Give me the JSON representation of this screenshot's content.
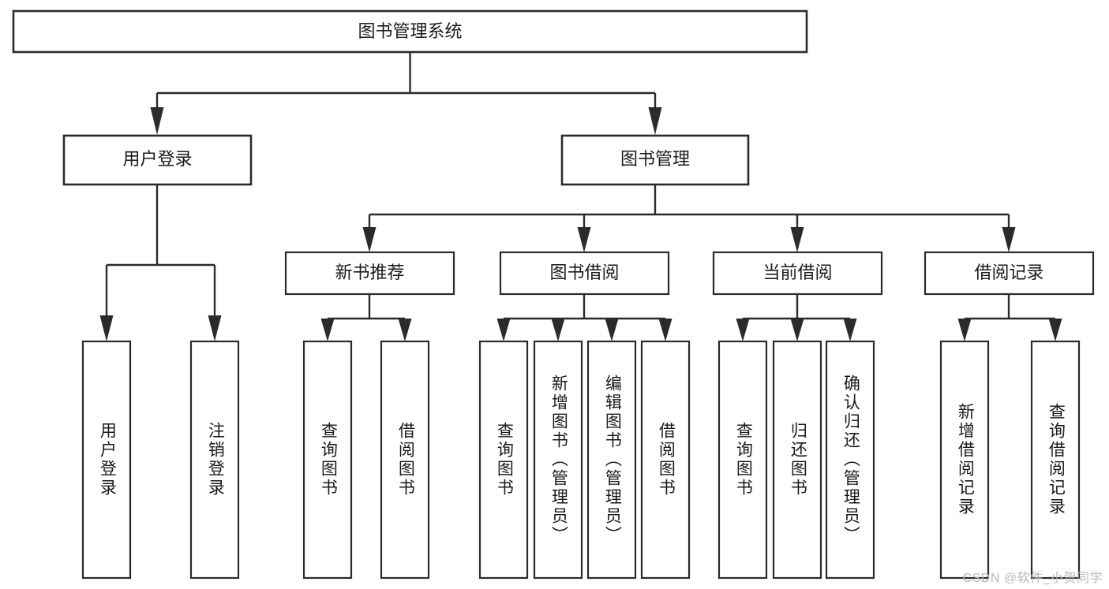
{
  "diagram": {
    "title": "图书管理系统",
    "type": "tree",
    "watermark": "CSDN @软件_小贺同学",
    "colors": {
      "box_stroke": "#2b2b2b",
      "box_fill": "#ffffff",
      "edge": "#2b2b2b",
      "text": "#1a1a1a",
      "watermark": "#b9b9b9",
      "background": "#ffffff"
    },
    "nodes": {
      "root": {
        "label": "图书管理系统",
        "level": 0,
        "orientation": "horizontal"
      },
      "level1": [
        {
          "id": "user-login",
          "label": "用户登录",
          "orientation": "horizontal"
        },
        {
          "id": "book-manage",
          "label": "图书管理",
          "orientation": "horizontal"
        }
      ],
      "level2": [
        {
          "id": "new-book-recommend",
          "label": "新书推荐",
          "orientation": "horizontal",
          "parent": "book-manage"
        },
        {
          "id": "book-borrow",
          "label": "图书借阅",
          "orientation": "horizontal",
          "parent": "book-manage"
        },
        {
          "id": "current-borrow",
          "label": "当前借阅",
          "orientation": "horizontal",
          "parent": "book-manage"
        },
        {
          "id": "borrow-record",
          "label": "借阅记录",
          "orientation": "horizontal",
          "parent": "book-manage"
        }
      ],
      "leaves": [
        {
          "id": "leaf-user-login",
          "label": "用户登录",
          "parent": "user-login",
          "orientation": "vertical"
        },
        {
          "id": "leaf-user-logout",
          "label": "注销登录",
          "parent": "user-login",
          "orientation": "vertical"
        },
        {
          "id": "leaf-query-book-1",
          "label": "查询图书",
          "parent": "new-book-recommend",
          "orientation": "vertical"
        },
        {
          "id": "leaf-borrow-book-1",
          "label": "借阅图书",
          "parent": "new-book-recommend",
          "orientation": "vertical"
        },
        {
          "id": "leaf-query-book-2",
          "label": "查询图书",
          "parent": "book-borrow",
          "orientation": "vertical"
        },
        {
          "id": "leaf-add-book",
          "label": "新增图书（管理员）",
          "parent": "book-borrow",
          "orientation": "vertical"
        },
        {
          "id": "leaf-edit-book",
          "label": "编辑图书（管理员）",
          "parent": "book-borrow",
          "orientation": "vertical"
        },
        {
          "id": "leaf-borrow-book-2",
          "label": "借阅图书",
          "parent": "book-borrow",
          "orientation": "vertical"
        },
        {
          "id": "leaf-query-book-3",
          "label": "查询图书",
          "parent": "current-borrow",
          "orientation": "vertical"
        },
        {
          "id": "leaf-return-book",
          "label": "归还图书",
          "parent": "current-borrow",
          "orientation": "vertical"
        },
        {
          "id": "leaf-confirm-return",
          "label": "确认归还（管理员）",
          "parent": "current-borrow",
          "orientation": "vertical"
        },
        {
          "id": "leaf-add-record",
          "label": "新增借阅记录",
          "parent": "borrow-record",
          "orientation": "vertical"
        },
        {
          "id": "leaf-query-record",
          "label": "查询借阅记录",
          "parent": "borrow-record",
          "orientation": "vertical"
        }
      ]
    }
  }
}
